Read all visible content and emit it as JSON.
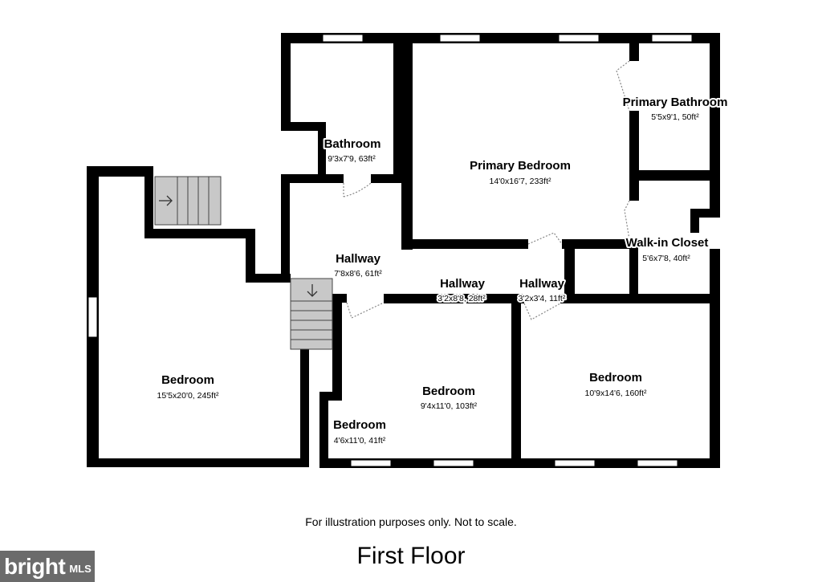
{
  "rooms": [
    {
      "name": "Bathroom",
      "dims": "9'3x7'9, 63ft²"
    },
    {
      "name": "Primary Bedroom",
      "dims": "14'0x16'7, 233ft²"
    },
    {
      "name": "Primary Bathroom",
      "dims": "5'5x9'1, 50ft²"
    },
    {
      "name": "Walk-in Closet",
      "dims": "5'6x7'8, 40ft²"
    },
    {
      "name": "Hallway",
      "dims": "7'8x8'6, 61ft²"
    },
    {
      "name": "Hallway",
      "dims": "3'2x8'8, 28ft²"
    },
    {
      "name": "Hallway",
      "dims": "3'2x3'4, 11ft²"
    },
    {
      "name": "Bedroom",
      "dims": "15'5x20'0, 245ft²"
    },
    {
      "name": "Bedroom",
      "dims": "9'4x11'0, 103ft²"
    },
    {
      "name": "Bedroom",
      "dims": "10'9x14'6, 160ft²"
    },
    {
      "name": "Bedroom",
      "dims": "4'6x11'0, 41ft²"
    }
  ],
  "disclaimer": "For illustration purposes only. Not to scale.",
  "floor_title": "First Floor",
  "logo": {
    "brand": "bright",
    "suffix": "MLS"
  },
  "colors": {
    "wall": "#000000",
    "stairs": "#c8c8c8",
    "window": "#ffffff",
    "door": "#999999",
    "logo_bg": "#6b6b6b"
  }
}
